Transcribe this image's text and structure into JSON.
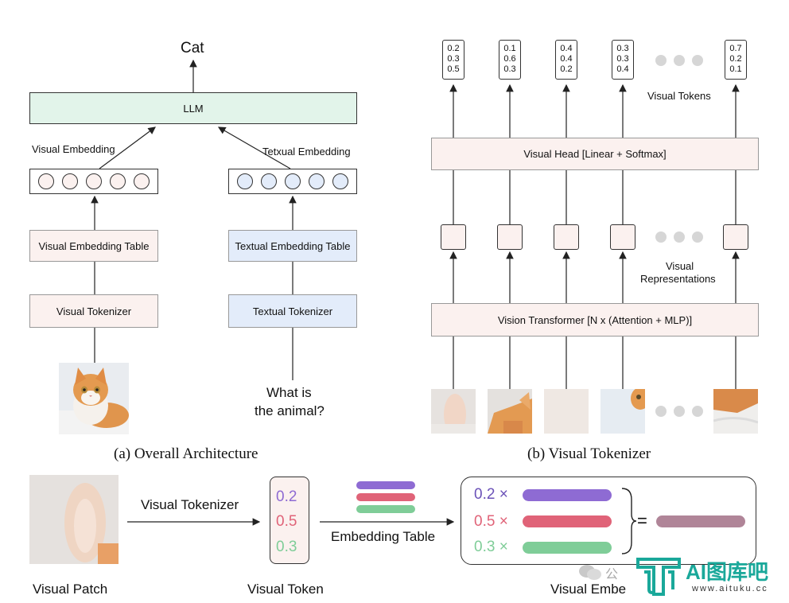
{
  "panel_a": {
    "output": "Cat",
    "llm": "LLM",
    "visual_embedding_label": "Visual Embedding",
    "textual_embedding_label": "Tetxual Embedding",
    "visual_embedding_table": "Visual Embedding Table",
    "textual_embedding_table": "Textual Embedding Table",
    "visual_tokenizer": "Visual Tokenizer",
    "textual_tokenizer": "Textual Tokenizer",
    "question_line1": "What is",
    "question_line2": "the animal?",
    "caption": "(a) Overall Architecture"
  },
  "panel_b": {
    "tokens": [
      [
        "0.2",
        "0.3",
        "0.5"
      ],
      [
        "0.1",
        "0.6",
        "0.3"
      ],
      [
        "0.4",
        "0.4",
        "0.2"
      ],
      [
        "0.3",
        "0.3",
        "0.4"
      ],
      [
        "0.7",
        "0.2",
        "0.1"
      ]
    ],
    "visual_tokens_label": "Visual Tokens",
    "visual_head": "Visual Head [Linear + Softmax]",
    "visual_representations_line1": "Visual",
    "visual_representations_line2": "Representations",
    "vision_transformer": "Vision Transformer [N x (Attention + MLP)]",
    "caption": "(b) Visual Tokenizer"
  },
  "panel_c": {
    "visual_patch": "Visual Patch",
    "visual_tokenizer": "Visual Tokenizer",
    "token_values": [
      "0.2",
      "0.5",
      "0.3"
    ],
    "visual_token": "Visual Token",
    "embedding_table": "Embedding Table",
    "weights": [
      "0.2 ×",
      "0.5 ×",
      "0.3 ×"
    ],
    "equals": "=",
    "visual_embedding_partial": "Visual Embe"
  },
  "watermark": {
    "brand": "AI图库吧",
    "url": "www.aituku.cc",
    "wechat": "公"
  },
  "colors": {
    "purple": "#8e6bd3",
    "red": "#e06378",
    "green": "#7fcd98",
    "mauve": "#b08598",
    "teal": "#1aa89a"
  }
}
